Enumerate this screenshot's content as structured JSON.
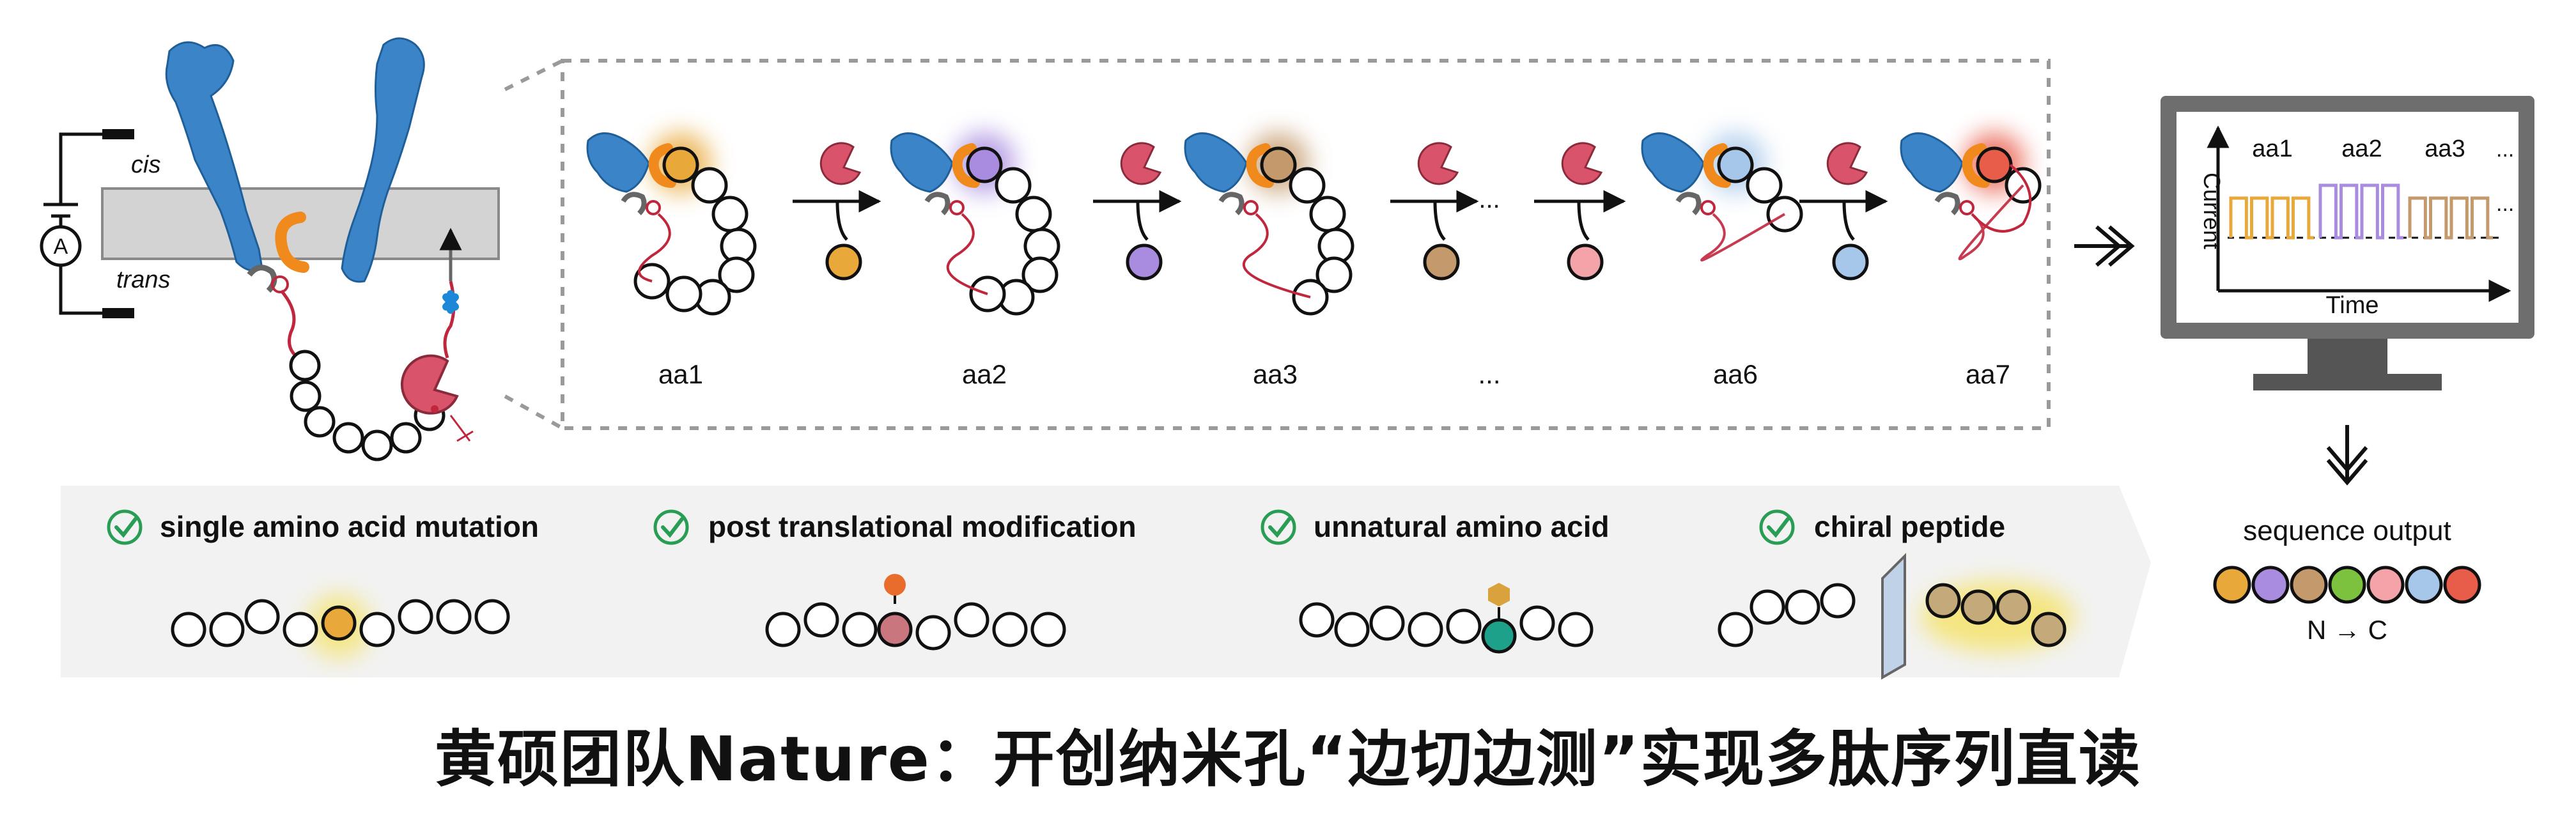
{
  "nanopore": {
    "cis_label": "cis",
    "trans_label": "trans",
    "ammeter_label": "A"
  },
  "steps": [
    {
      "label": "aa1",
      "color": "#E8A93A"
    },
    {
      "label": "aa2",
      "color": "#A98CE0"
    },
    {
      "label": "aa3",
      "color": "#C49A6C"
    },
    {
      "label": "...",
      "color": "#F4A3A8"
    },
    {
      "label": "aa6",
      "color": "#A7C7EA"
    },
    {
      "label": "aa7",
      "color": "#E85C4A"
    }
  ],
  "monitor": {
    "ylabel": "Current",
    "xlabel": "Time",
    "trace_labels": [
      {
        "text": "aa1",
        "color": "#E8A93A"
      },
      {
        "text": "aa2",
        "color": "#A98CE0"
      },
      {
        "text": "aa3",
        "color": "#C49A6C"
      }
    ],
    "ellipsis": "..."
  },
  "applications": [
    {
      "label": "single amino acid mutation"
    },
    {
      "label": "post translational modification"
    },
    {
      "label": "unnatural amino acid"
    },
    {
      "label": "chiral peptide"
    }
  ],
  "sequence_output": {
    "label": "sequence output",
    "direction": "N  →  C",
    "colors": [
      "#E8A93A",
      "#A98CE0",
      "#C49A6C",
      "#7CC23F",
      "#F4A3A8",
      "#A7C7EA",
      "#E85C4A"
    ]
  },
  "colors": {
    "protein_blue": "#3B84C8",
    "adapter_orange": "#F08A1C",
    "enzyme_red": "#D9536A",
    "membrane_gray": "#D3D3D3",
    "check_green": "#2A9D55",
    "monitor_dark": "#6E6E6E"
  },
  "title": "黄硕团队Nature：开创纳米孔“边切边测”实现多肽序列直读"
}
